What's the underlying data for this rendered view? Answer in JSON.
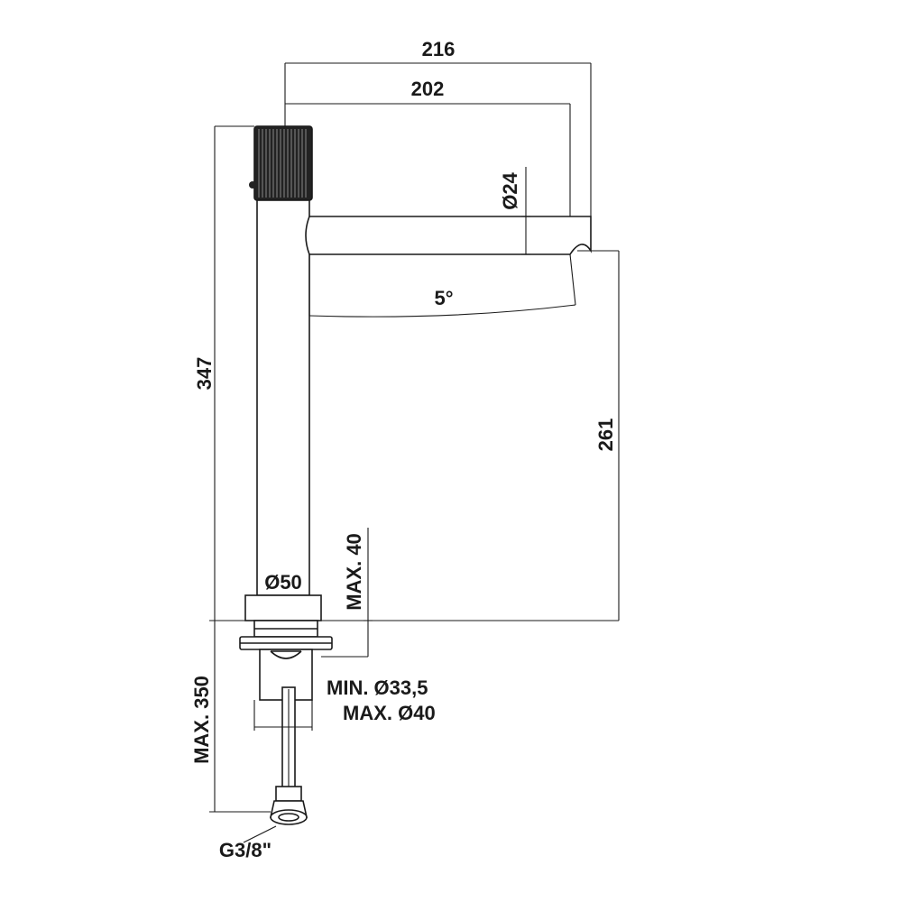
{
  "dimensions": {
    "overall_width": "216",
    "spout_reach": "202",
    "spout_diameter": "Ø24",
    "spout_angle": "5°",
    "overall_height": "347",
    "spout_height": "261",
    "base_diameter": "Ø50",
    "max_deck_thickness": "MAX. 40",
    "hole_min": "MIN. Ø33,5",
    "hole_max": "MAX. Ø40",
    "hose_length": "MAX. 350",
    "connection": "G3/8\""
  },
  "colors": {
    "line": "#1a1a1a",
    "handle": "#222222",
    "background": "#ffffff"
  }
}
